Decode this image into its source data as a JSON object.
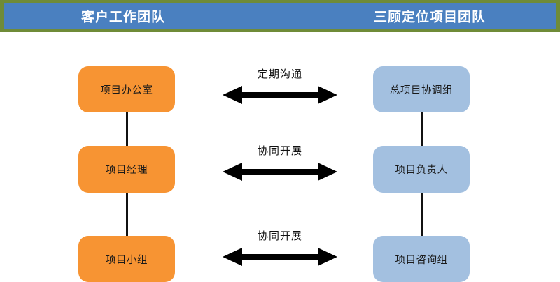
{
  "header": {
    "band_color": "#6f8b38",
    "bar_color": "#4a80c0",
    "left_title": "客户工作团队",
    "right_title": "三顾定位项目团队"
  },
  "columns": {
    "left": {
      "name": "客户工作团队",
      "fill_color": "#f79433",
      "nodes": [
        {
          "label": "项目办公室"
        },
        {
          "label": "项目经理"
        },
        {
          "label": "项目小组"
        }
      ]
    },
    "right": {
      "name": "三顾定位项目团队",
      "fill_color": "#a3c0e0",
      "nodes": [
        {
          "label": "总项目协调组"
        },
        {
          "label": "项目负责人"
        },
        {
          "label": "项目咨询组"
        }
      ]
    }
  },
  "relations": [
    {
      "label": "定期沟通",
      "direction": "bidirectional"
    },
    {
      "label": "协同开展",
      "direction": "bidirectional"
    },
    {
      "label": "协同开展",
      "direction": "bidirectional"
    }
  ]
}
